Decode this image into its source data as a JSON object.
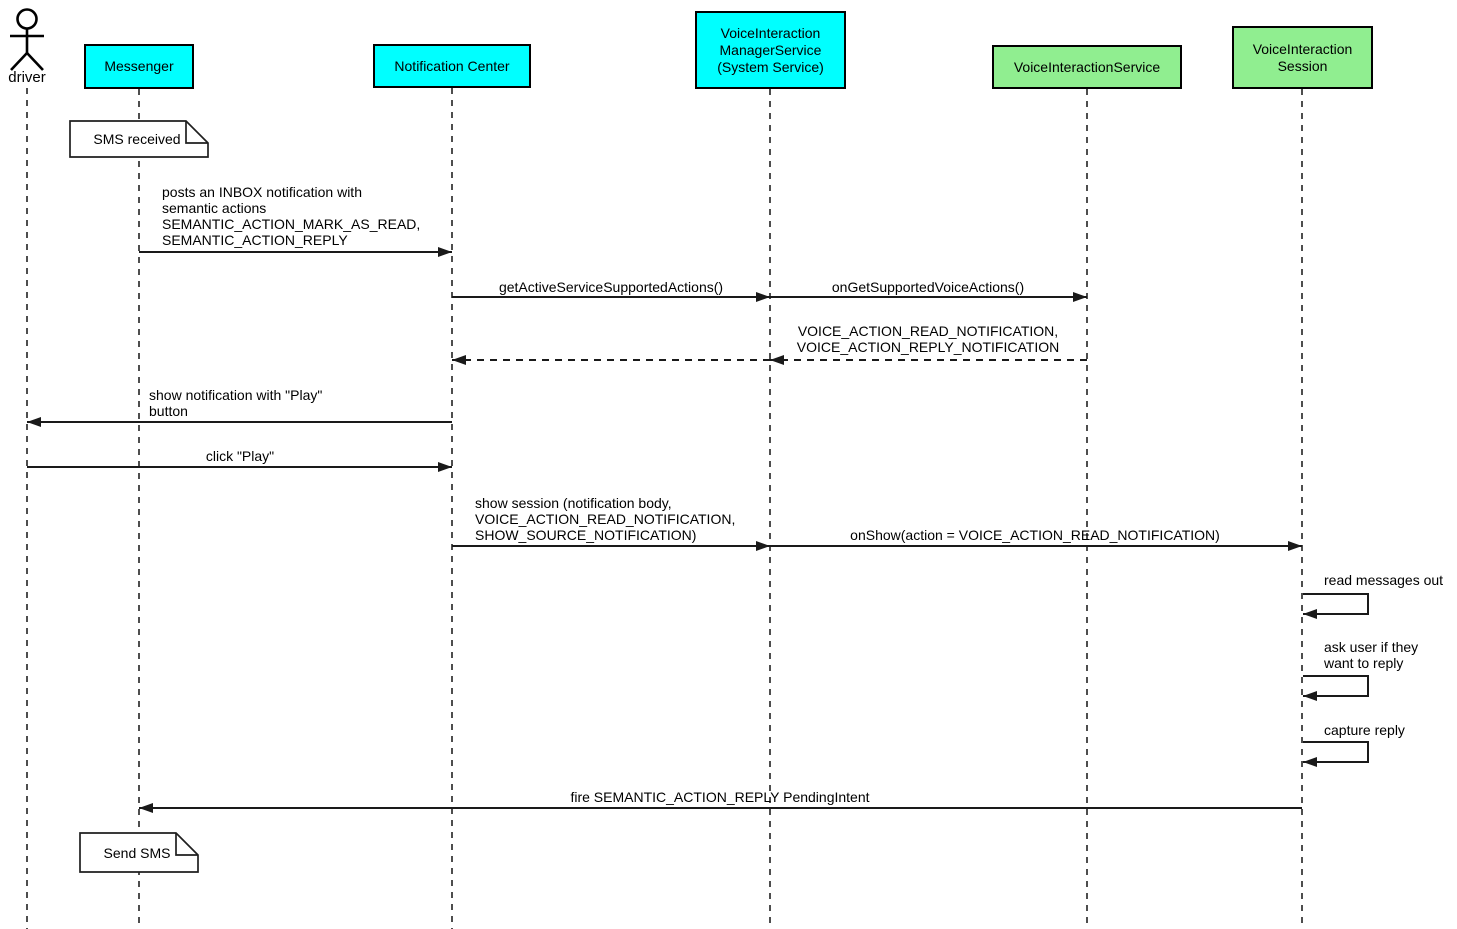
{
  "colors": {
    "participant_primary": "#00ffff",
    "participant_secondary": "#90ee90",
    "note_background": "#ffffff",
    "line": "#1a1a1a",
    "background": "#ffffff"
  },
  "actor": {
    "label": "driver"
  },
  "participants": [
    {
      "label": "Messenger",
      "color": "#00ffff"
    },
    {
      "label": "Notification Center",
      "color": "#00ffff"
    },
    {
      "label": "VoiceInteraction\nManagerService\n(System Service)",
      "color": "#00ffff"
    },
    {
      "label": "VoiceInteractionService",
      "color": "#90ee90"
    },
    {
      "label": "VoiceInteraction\nSession",
      "color": "#90ee90"
    }
  ],
  "notes": [
    {
      "label": "SMS received",
      "attached_to": "Messenger"
    },
    {
      "label": "Send SMS",
      "attached_to": "Messenger"
    }
  ],
  "messages": [
    {
      "label": "posts an INBOX notification with\nsemantic actions\nSEMANTIC_ACTION_MARK_AS_READ,\nSEMANTIC_ACTION_REPLY",
      "from": "Messenger",
      "to": "Notification Center",
      "line": "solid"
    },
    {
      "label": "getActiveServiceSupportedActions()",
      "from": "Notification Center",
      "to": "VoiceInteraction ManagerService (System Service)",
      "line": "solid"
    },
    {
      "label": "onGetSupportedVoiceActions()",
      "from": "VoiceInteraction ManagerService (System Service)",
      "to": "VoiceInteractionService",
      "line": "solid"
    },
    {
      "label": "VOICE_ACTION_READ_NOTIFICATION,\nVOICE_ACTION_REPLY_NOTIFICATION",
      "from": "VoiceInteractionService",
      "to": "VoiceInteraction ManagerService (System Service)",
      "line": "dashed"
    },
    {
      "label": "",
      "from": "VoiceInteraction ManagerService (System Service)",
      "to": "Notification Center",
      "line": "dashed"
    },
    {
      "label": "show notification with \"Play\"\nbutton",
      "from": "Notification Center",
      "to": "driver",
      "line": "solid"
    },
    {
      "label": "click \"Play\"",
      "from": "driver",
      "to": "Notification Center",
      "line": "solid"
    },
    {
      "label": "show session (notification body,\nVOICE_ACTION_READ_NOTIFICATION,\nSHOW_SOURCE_NOTIFICATION)",
      "from": "Notification Center",
      "to": "VoiceInteraction ManagerService (System Service)",
      "line": "solid"
    },
    {
      "label": "onShow(action = VOICE_ACTION_READ_NOTIFICATION)",
      "from": "VoiceInteraction ManagerService (System Service)",
      "to": "VoiceInteraction Session",
      "line": "solid"
    },
    {
      "label": "read messages out",
      "from": "VoiceInteraction Session",
      "to": "VoiceInteraction Session",
      "line": "self"
    },
    {
      "label": "ask user if they\nwant to reply",
      "from": "VoiceInteraction Session",
      "to": "VoiceInteraction Session",
      "line": "self"
    },
    {
      "label": "capture reply",
      "from": "VoiceInteraction Session",
      "to": "VoiceInteraction Session",
      "line": "self"
    },
    {
      "label": "fire SEMANTIC_ACTION_REPLY PendingIntent",
      "from": "VoiceInteraction Session",
      "to": "Messenger",
      "line": "solid"
    }
  ]
}
